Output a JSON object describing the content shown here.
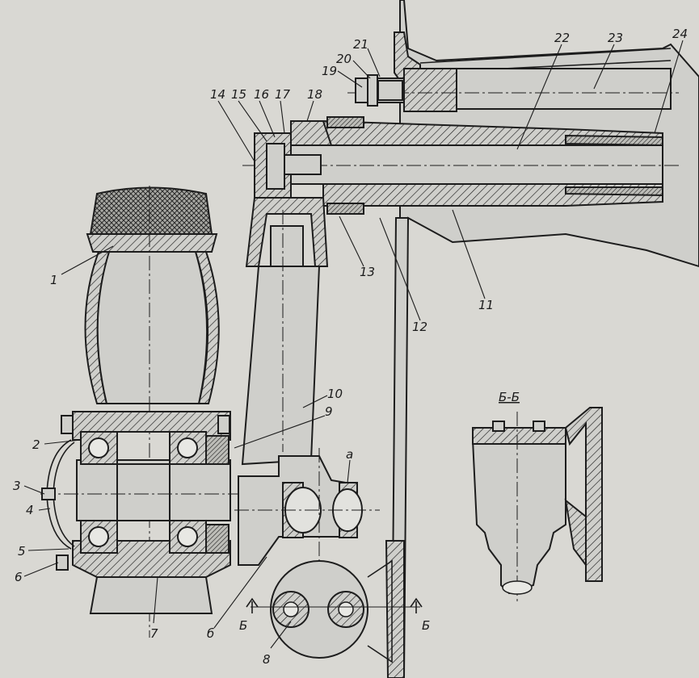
{
  "callouts": [
    {
      "id": "1",
      "text": "1"
    },
    {
      "id": "2",
      "text": "2"
    },
    {
      "id": "3",
      "text": "3"
    },
    {
      "id": "4",
      "text": "4"
    },
    {
      "id": "5",
      "text": "5"
    },
    {
      "id": "6",
      "text": "6"
    },
    {
      "id": "7",
      "text": "7"
    },
    {
      "id": "8",
      "text": "8"
    },
    {
      "id": "9",
      "text": "9"
    },
    {
      "id": "10",
      "text": "10"
    },
    {
      "id": "11",
      "text": "11"
    },
    {
      "id": "12",
      "text": "12"
    },
    {
      "id": "13",
      "text": "13"
    },
    {
      "id": "14",
      "text": "14"
    },
    {
      "id": "15",
      "text": "15"
    },
    {
      "id": "16",
      "text": "16"
    },
    {
      "id": "17",
      "text": "17"
    },
    {
      "id": "18",
      "text": "18"
    },
    {
      "id": "19",
      "text": "19"
    },
    {
      "id": "20",
      "text": "20"
    },
    {
      "id": "21",
      "text": "21"
    },
    {
      "id": "22",
      "text": "22"
    },
    {
      "id": "23",
      "text": "23"
    },
    {
      "id": "24",
      "text": "24"
    },
    {
      "id": "b",
      "text": "б"
    },
    {
      "id": "a",
      "text": "а"
    }
  ],
  "section": {
    "title": "Б-Б",
    "mark_left": "Б",
    "mark_right": "Б"
  },
  "colors": {
    "paper": "#d9d8d3",
    "ink": "#1d1d1d",
    "fill": "#cfcfcb"
  }
}
